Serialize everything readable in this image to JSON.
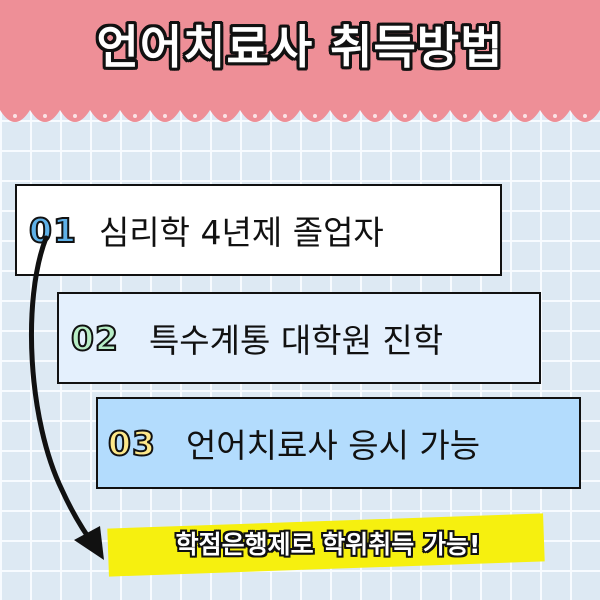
{
  "header": {
    "title": "언어치료사 취득방법",
    "banner_color": "#ee8f97"
  },
  "steps": [
    {
      "number": "01",
      "label": "심리학 4년제 졸업자",
      "number_color": "#5fb1e8",
      "box_color": "#ffffff"
    },
    {
      "number": "02",
      "label": "특수계통 대학원 진학",
      "number_color": "#b7edc5",
      "box_color": "#e4f0fd"
    },
    {
      "number": "03",
      "label": "언어치료사 응시 가능",
      "number_color": "#fde88a",
      "box_color": "#b3dcfd"
    }
  ],
  "note": {
    "text": "학점은행제로 학위취득 가능!",
    "highlight_color": "#f6f00f"
  },
  "icons": [
    "curved-arrow-icon"
  ]
}
